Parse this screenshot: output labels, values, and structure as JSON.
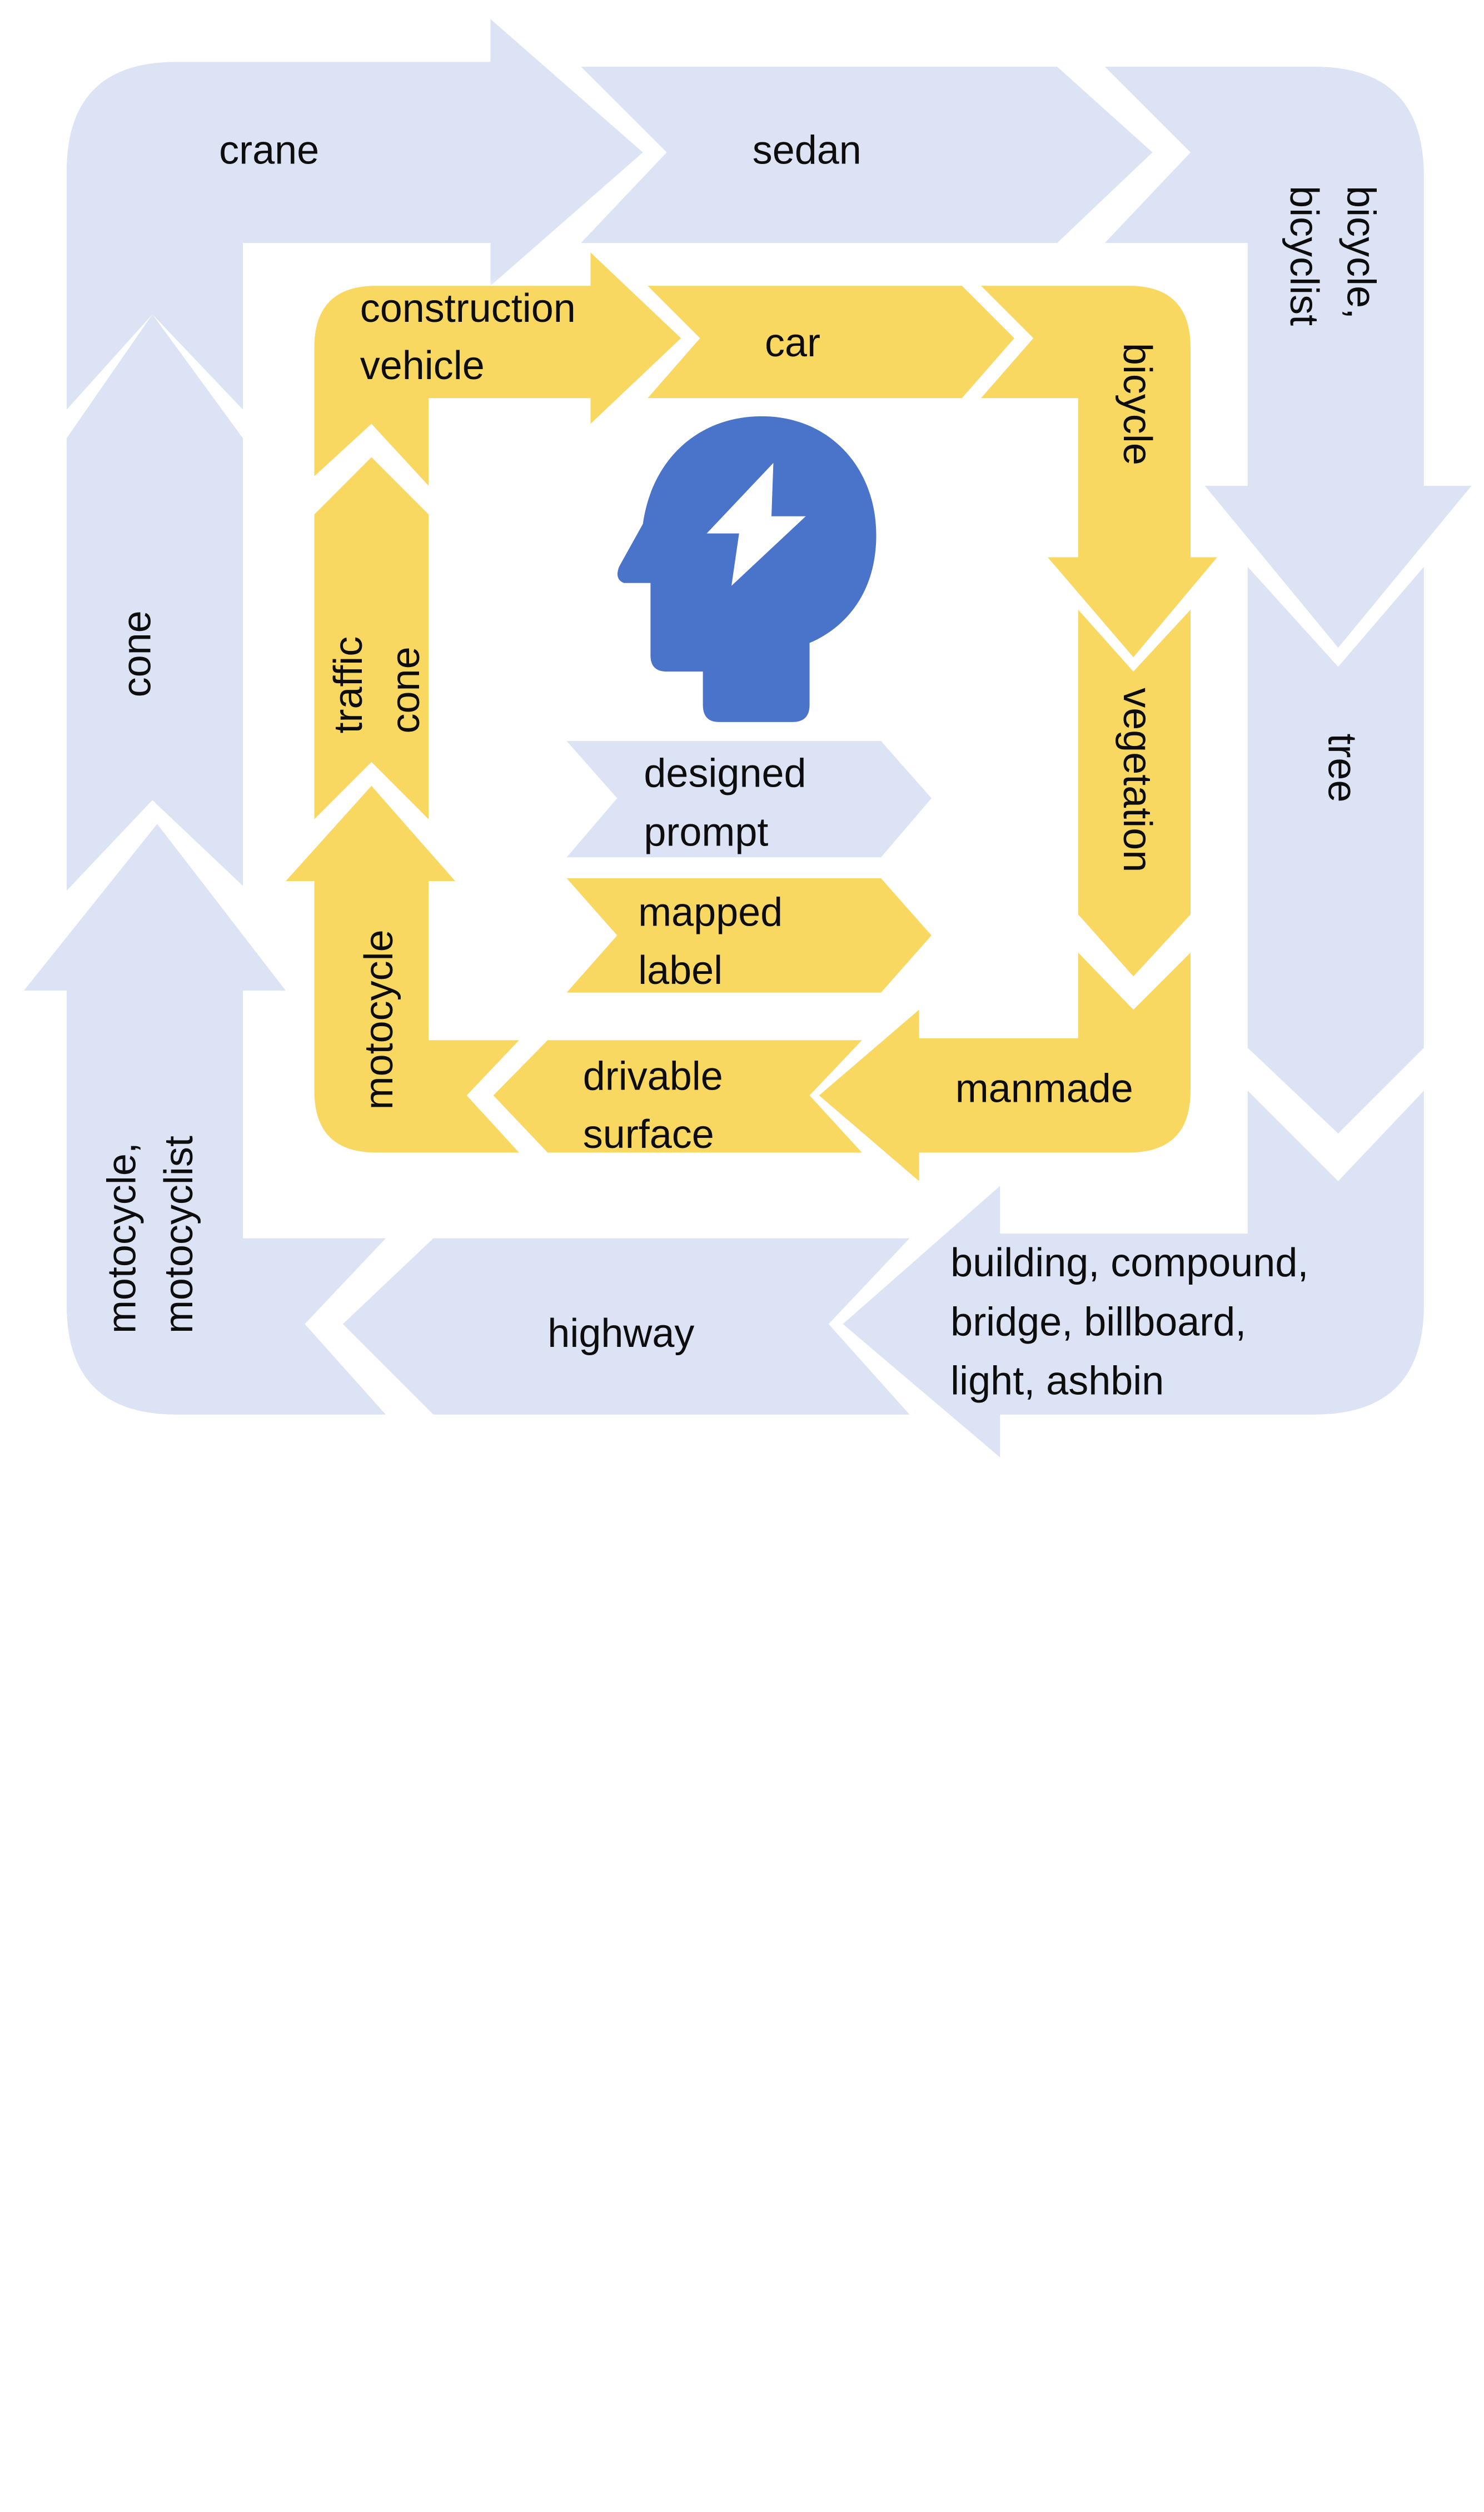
{
  "outer_ring": {
    "color": "#dbe3f4",
    "labels": {
      "crane": "crane",
      "sedan": "sedan",
      "bicycle_bicyclist": [
        "bicycle,",
        "bicyclist"
      ],
      "tree": "tree",
      "building": [
        "building, compound,",
        "bridge, billboard,",
        "light, ashbin"
      ],
      "highway": "highway",
      "motocycle_motocyclist": [
        "motocycle,",
        "motocyclist"
      ],
      "cone": "cone"
    }
  },
  "inner_ring": {
    "color": "#f9d862",
    "labels": {
      "construction_vehicle": [
        "construction",
        "vehicle"
      ],
      "car": "car",
      "bicycle": "bicycle",
      "vegetation": "vegetation",
      "manmade": "manmade",
      "drivable_surface": [
        "drivable",
        "surface"
      ],
      "motocycle": "motocycle",
      "traffic_cone": [
        "traffic",
        "cone"
      ]
    }
  },
  "center": {
    "icon": "brain-lightning-head-icon",
    "icon_color": "#4a74c9"
  },
  "legend": {
    "designed_prompt": [
      "designed",
      "prompt"
    ],
    "mapped_label": [
      "mapped",
      "label"
    ]
  }
}
